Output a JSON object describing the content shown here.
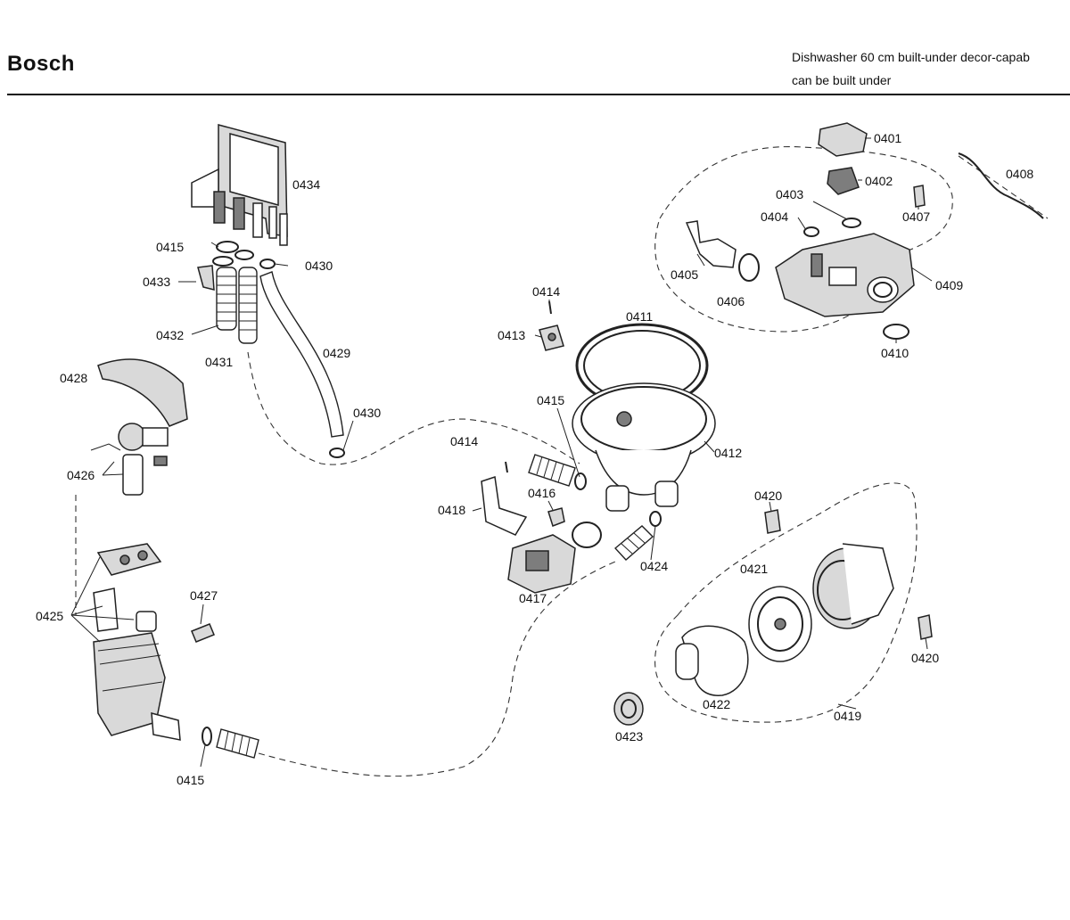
{
  "header": {
    "brand": "Bosch",
    "subtitle_line1": "Dishwasher 60 cm built-under decor-capab",
    "subtitle_line2": "can be built under"
  },
  "callouts": {
    "c0401": "0401",
    "c0402": "0402",
    "c0403": "0403",
    "c0404": "0404",
    "c0405": "0405",
    "c0406": "0406",
    "c0407": "0407",
    "c0408": "0408",
    "c0409": "0409",
    "c0410": "0410",
    "c0411": "0411",
    "c0412": "0412",
    "c0413": "0413",
    "c0414a": "0414",
    "c0414b": "0414",
    "c0415a": "0415",
    "c0415b": "0415",
    "c0415c": "0415",
    "c0416": "0416",
    "c0417": "0417",
    "c0418": "0418",
    "c0419": "0419",
    "c0420a": "0420",
    "c0420b": "0420",
    "c0421": "0421",
    "c0422": "0422",
    "c0423": "0423",
    "c0424": "0424",
    "c0425": "0425",
    "c0426": "0426",
    "c0427": "0427",
    "c0428": "0428",
    "c0429": "0429",
    "c0430a": "0430",
    "c0430b": "0430",
    "c0431": "0431",
    "c0432": "0432",
    "c0433": "0433",
    "c0434": "0434"
  }
}
